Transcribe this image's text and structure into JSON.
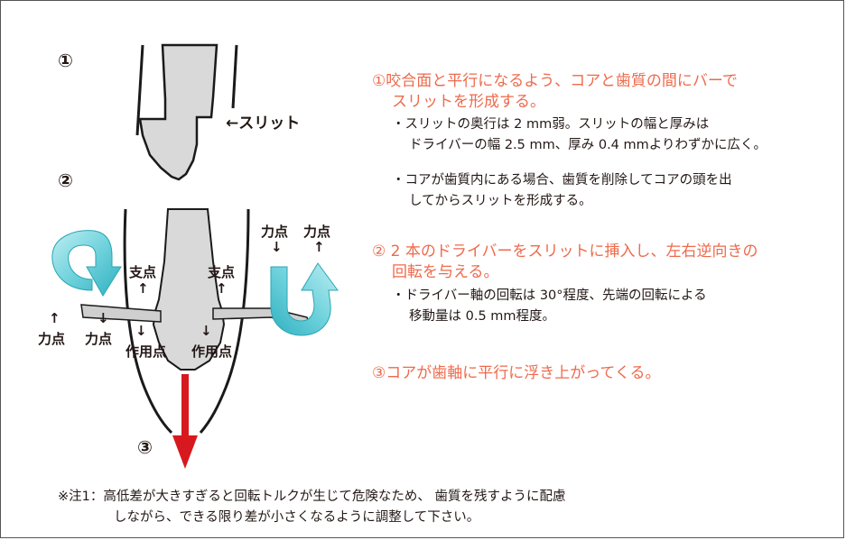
{
  "step_markers": {
    "step1": "①",
    "step2": "②",
    "step3": "③"
  },
  "labels": {
    "slit": "←スリット",
    "force_left_top": "↑",
    "force_left": "力点",
    "force_left2_top": "↓",
    "force_left2": "力点",
    "fulcrum_left": "支点",
    "fulcrum_left_arrow": "↑",
    "effort_left_arrow": "↓",
    "effort_left": "作用点",
    "fulcrum_right": "支点",
    "fulcrum_right_arrow": "↑",
    "effort_right_arrow": "↓",
    "effort_right": "作用点",
    "force_right1": "力点",
    "force_right1_arrow": "↓",
    "force_right2": "力点",
    "force_right2_arrow": "↑"
  },
  "instructions": {
    "s1_title_line1": "①咬合面と平行になるよう、コアと歯質の間にバーで",
    "s1_title_line2": "スリットを形成する。",
    "s1_b1_line1": "・スリットの奥行は 2 mm弱。スリットの幅と厚みは",
    "s1_b1_line2": "ドライバーの幅 2.5 mm、厚み 0.4 mmよりわずかに広く。",
    "s1_b2_line1": "・コアが歯質内にある場合、歯質を削除してコアの頭を出",
    "s1_b2_line2": "してからスリットを形成する。",
    "s2_title_line1": "② 2 本のドライバーをスリットに挿入し、左右逆向きの",
    "s2_title_line2": "回転を与える。",
    "s2_b1_line1": "・ドライバー軸の回転は 30°程度、先端の回転による",
    "s2_b1_line2": "移動量は 0.5 mm程度。",
    "s3_title": "③コアが歯軸に平行に浮き上がってくる。"
  },
  "note": {
    "line1": "※注1：高低差が大きすぎると回転トルクが生じて危険なため、 歯質を残すように配慮",
    "line2": "しながら、できる限り差が小さくなるように調整して下さい。"
  },
  "colors": {
    "accent_text": "#ee6a4c",
    "arrow_red": "#d7191f",
    "cyan_arrow": "#4fc3d0",
    "core_gray": "#d9d9da"
  }
}
